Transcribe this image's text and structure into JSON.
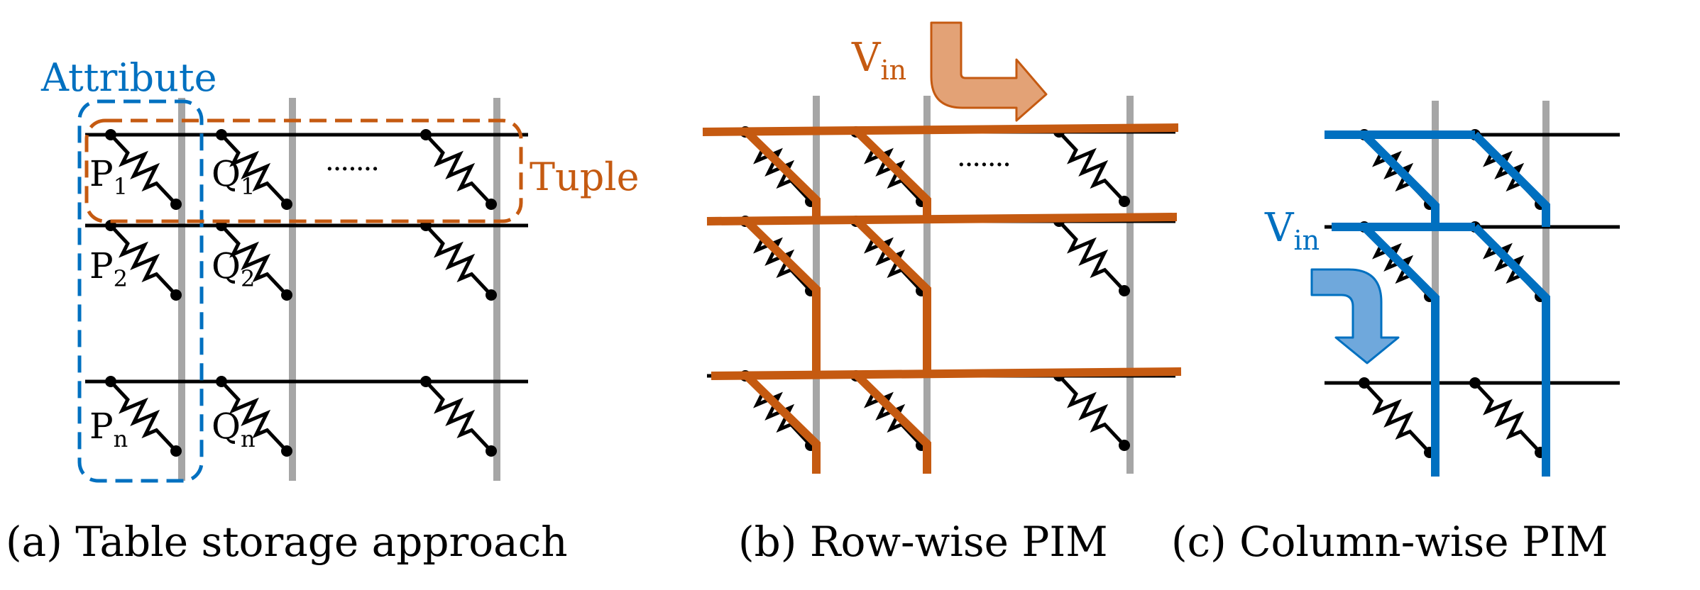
{
  "colors": {
    "wire": "#000000",
    "bitline": "#a6a6a6",
    "orange": "#c55a11",
    "orange_arrow_fill": "#e3a276",
    "blue": "#0070c0",
    "blue_arrow_fill": "#6fa8dc"
  },
  "panel_a": {
    "caption": "(a) Table storage approach",
    "attribute_label": "Attribute",
    "tuple_label": "Tuple",
    "ellipsis": "·······",
    "cells": [
      {
        "p": "P",
        "p_sub": "1",
        "q": "Q",
        "q_sub": "1"
      },
      {
        "p": "P",
        "p_sub": "2",
        "q": "Q",
        "q_sub": "2"
      },
      {
        "p": "P",
        "p_sub": "n",
        "q": "Q",
        "q_sub": "n"
      }
    ]
  },
  "panel_b": {
    "caption": "(b) Row-wise PIM",
    "vin_main": "V",
    "vin_sub": "in",
    "ellipsis": "·······"
  },
  "panel_c": {
    "caption": "(c) Column-wise PIM",
    "vin_main": "V",
    "vin_sub": "in"
  }
}
